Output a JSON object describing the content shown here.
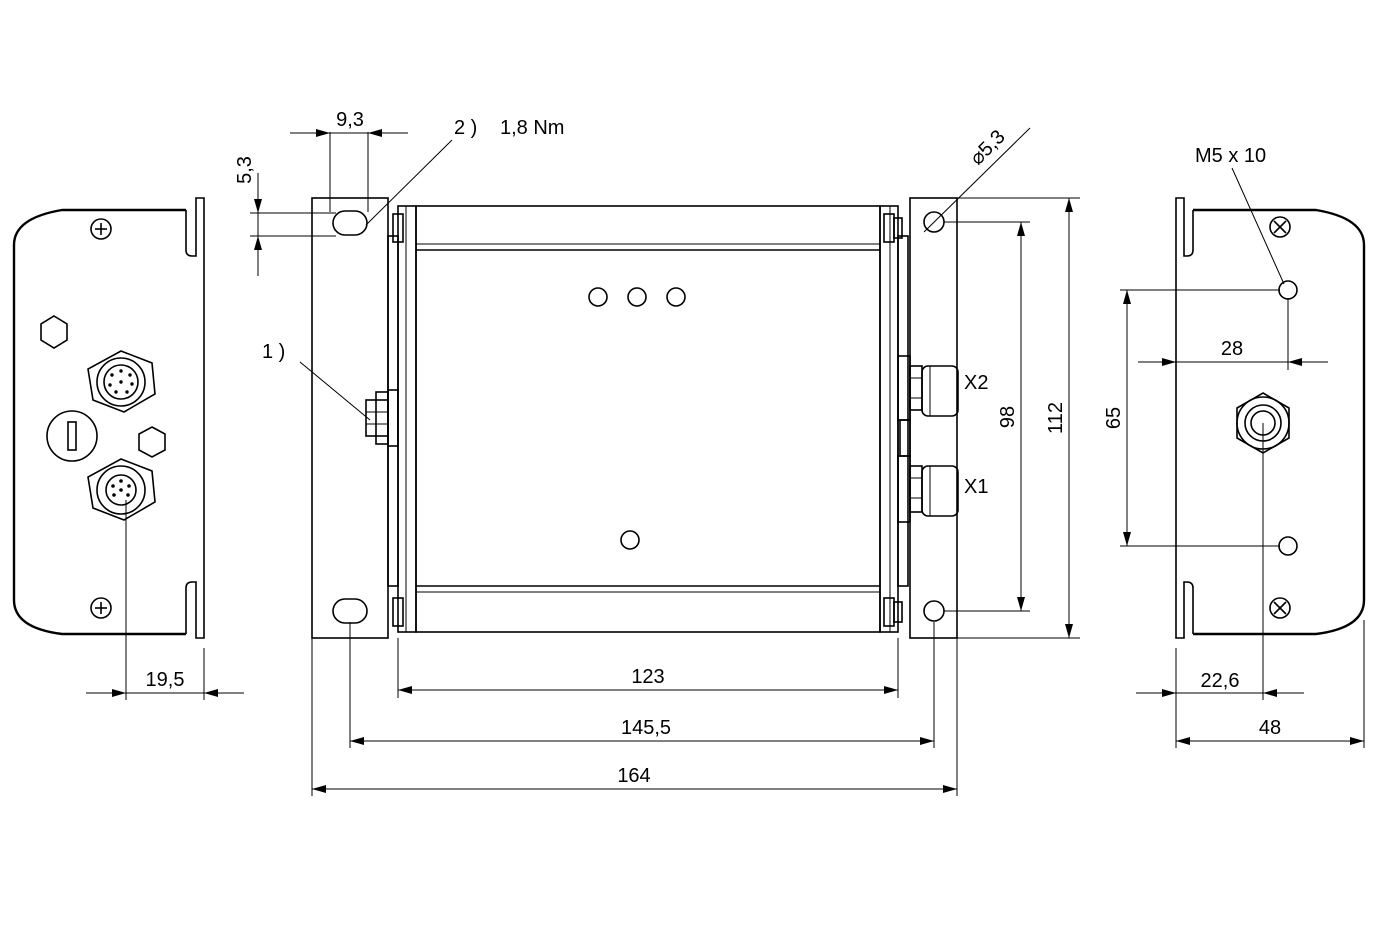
{
  "colors": {
    "line": "#000000",
    "background": "#ffffff"
  },
  "labels": {
    "dim_9_3": "9,3",
    "note_2": "2 )",
    "torque": "1,8 Nm",
    "dim_5_3": "5,3",
    "dia_5_3": "⌀5,3",
    "thread": "M5 x 10",
    "note_1": "1 )",
    "x2": "X2",
    "x1": "X1",
    "dim_98": "98",
    "dim_112": "112",
    "dim_65": "65",
    "dim_28": "28",
    "dim_19_5": "19,5",
    "dim_123": "123",
    "dim_145_5": "145,5",
    "dim_164": "164",
    "dim_22_6": "22,6",
    "dim_48": "48"
  }
}
